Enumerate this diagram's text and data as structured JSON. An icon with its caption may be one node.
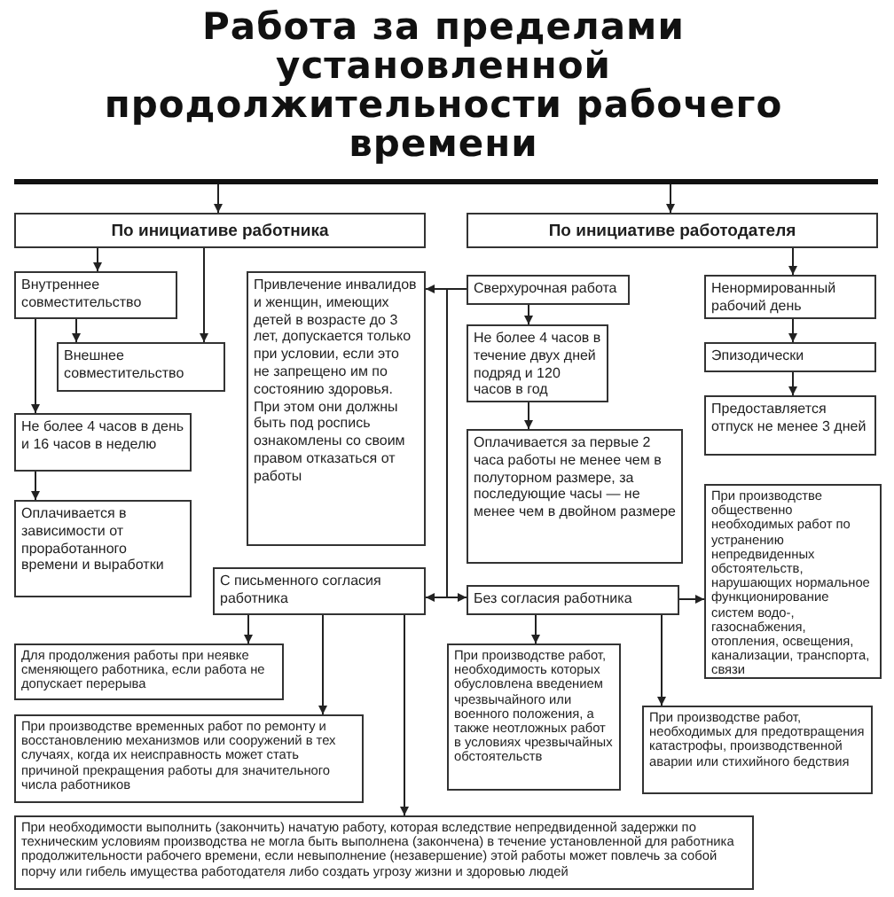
{
  "diagram": {
    "title": "Работа за пределами установленной продолжительности рабочего времени",
    "nodes": [
      {
        "text": [],
        "shape": "bar"
      },
      {
        "text": [
          "По инициативе работника"
        ]
      },
      {
        "text": [
          "По инициативе работодателя"
        ]
      },
      {
        "text": [
          "Внутреннее совместительство"
        ]
      },
      {
        "text": [
          "Привлечение инвалидов и женщин, имеющих детей в возрасте до 3 лет, допускается только при условии, если это не запрещено им по состоянию здоровья. При этом они должны быть под роспись ознакомлены со своим правом отказаться от работы"
        ]
      },
      {
        "text": [
          "Сверхурочная работа"
        ]
      },
      {
        "text": [
          "Ненормированный рабочий день"
        ]
      },
      {
        "text": [
          "Внешнее совместительство"
        ]
      },
      {
        "text": [
          "Не более 4 часов в течение двух дней подряд и 120 часов в год"
        ]
      },
      {
        "text": [
          "Эпизодически"
        ]
      },
      {
        "text": [
          "Не более 4 часов в день и 16 часов в неделю"
        ]
      },
      {
        "text": [
          "Предоставляется отпуск не менее 3 дней"
        ]
      },
      {
        "text": [
          "Оплачивается в зависимости от проработанного времени и выработки"
        ]
      },
      {
        "text": [
          "Оплачивается за первые 2 часа работы не менее чем в полуторном размере, за последующие часы — не менее чем в двойном размере"
        ]
      },
      {
        "text": [
          "При производстве общественно необходимых работ по устранению непредвиденных обстоятельств, нарушающих нормальное функционирование систем водо-, газоснабжения, отопления, освещения, канализации, транспорта, связи"
        ]
      },
      {
        "text": [
          "С письменного согласия работника"
        ]
      },
      {
        "text": [
          "Без согласия работника"
        ]
      },
      {
        "text": [
          "Для продолжения работы при неявке сменяющего работника, если работа не допускает перерыва"
        ]
      },
      {
        "text": [
          "При производстве работ, необходимость которых обусловлена введением чрезвычайного или военного положения, а также неотложных работ в условиях чрезвычайных обстоятельств"
        ]
      },
      {
        "text": [
          "При производстве временных работ по ремонту и восстановлению механизмов или сооружений в тех случаях, когда их неисправность может стать причиной прекращения работы для значительного числа работников"
        ]
      },
      {
        "text": [
          "При производстве работ, необходимых для предотвращения катастрофы, производственной аварии или стихийного бедствия"
        ]
      },
      {
        "text": [
          "При необходимости выполнить (закончить) начатую работу, которая вследствие непредвиденной задержки по техническим условиям производства не могла быть выполнена (закончена) в течение установленной для работника продолжительности рабочего времени, если невыполнение (незавершение) этой работы может повлечь за собой порчу или гибель имущества работодателя либо создать угрозу жизни и здоровью людей"
        ]
      }
    ],
    "edges": [
      {
        "from": 0,
        "to": 1,
        "arrow": "to"
      },
      {
        "from": 0,
        "to": 2,
        "arrow": "to"
      },
      {
        "from": 1,
        "to": 3,
        "arrow": "to"
      },
      {
        "from": 1,
        "to": 7,
        "arrow": "to"
      },
      {
        "from": 3,
        "to": 7,
        "arrow": "to"
      },
      {
        "from": 3,
        "to": 10,
        "arrow": "to"
      },
      {
        "from": 10,
        "to": 12,
        "arrow": "to"
      },
      {
        "from": 5,
        "to": 4,
        "arrow": "to"
      },
      {
        "from": 5,
        "to": 8,
        "arrow": "to"
      },
      {
        "from": 8,
        "to": 13,
        "arrow": "to"
      },
      {
        "from": 5,
        "to": 15,
        "arrow": "to"
      },
      {
        "from": 5,
        "to": 16,
        "arrow": "to"
      },
      {
        "from": 2,
        "to": 6,
        "arrow": "to"
      },
      {
        "from": 6,
        "to": 9,
        "arrow": "to"
      },
      {
        "from": 9,
        "to": 11,
        "arrow": "to"
      },
      {
        "from": 16,
        "to": 14,
        "arrow": "to"
      },
      {
        "from": 16,
        "to": 18,
        "arrow": "to"
      },
      {
        "from": 16,
        "to": 20,
        "arrow": "to"
      },
      {
        "from": 15,
        "to": 17,
        "arrow": "to"
      },
      {
        "from": 15,
        "to": 19,
        "arrow": "to"
      },
      {
        "from": 15,
        "to": 21,
        "arrow": "to"
      }
    ]
  }
}
